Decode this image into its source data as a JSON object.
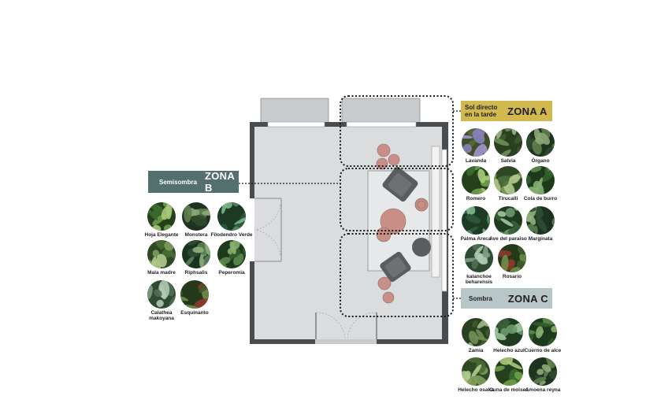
{
  "zones": {
    "a": {
      "subtitle": "Sol directo en la tarde",
      "name": "ZONA A",
      "color": "#d1b84f"
    },
    "b": {
      "subtitle": "Semisombra",
      "name": "ZONA B",
      "color": "#53706f"
    },
    "c": {
      "subtitle": "Sombra",
      "name": "ZONA C",
      "color": "#b9c6c7"
    }
  },
  "plants": {
    "a": [
      "Lavanda",
      "Salvia",
      "Órgano",
      "Romero",
      "Tirucalli",
      "Cola de burro",
      "Palma Areca",
      "Ave del paraiso",
      "Marginata",
      "kalanchoe beharensis",
      "Rosario"
    ],
    "b": [
      "Hoja Elegante",
      "Monstera",
      "Filodendro Verde",
      "Mala madre",
      "Riphsalis",
      "Peperomia",
      "Calathea makoyana",
      "Esquinanto"
    ],
    "c": [
      "Zamia",
      "Helecho azul",
      "Cuerno de alce",
      "Helecho osaka",
      "Cuna de moises",
      "Amoena reyna"
    ]
  },
  "icons": {
    "plant_photo": "plant-photo-icon"
  }
}
